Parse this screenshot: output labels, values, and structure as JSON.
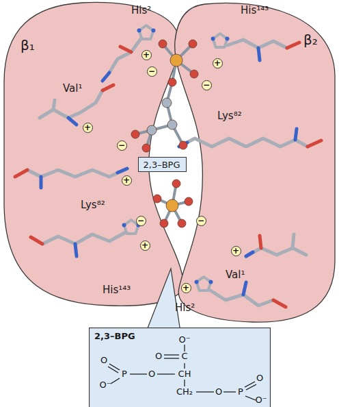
{
  "diagram": {
    "nodes": [
      {
        "text": [
          "β₁"
        ]
      },
      {
        "text": [
          "β₂"
        ]
      },
      {
        "text": [
          "2,3–BPG"
        ]
      },
      {
        "text": [
          "2,3–BPG"
        ]
      }
    ],
    "labels": [
      "His²",
      "His¹⁴³",
      "Val¹",
      "Lys⁸²",
      "Lys⁸²",
      "His¹⁴³",
      "Val¹",
      "His²",
      "+",
      "+",
      "+",
      "+",
      "+",
      "+",
      "+",
      "−",
      "−",
      "−",
      "−",
      "−",
      "O⁻",
      "O",
      "C",
      "O",
      "P",
      "O⁻",
      "O",
      "CH",
      "CH₂",
      "O",
      "P",
      "O",
      "O⁻"
    ]
  }
}
